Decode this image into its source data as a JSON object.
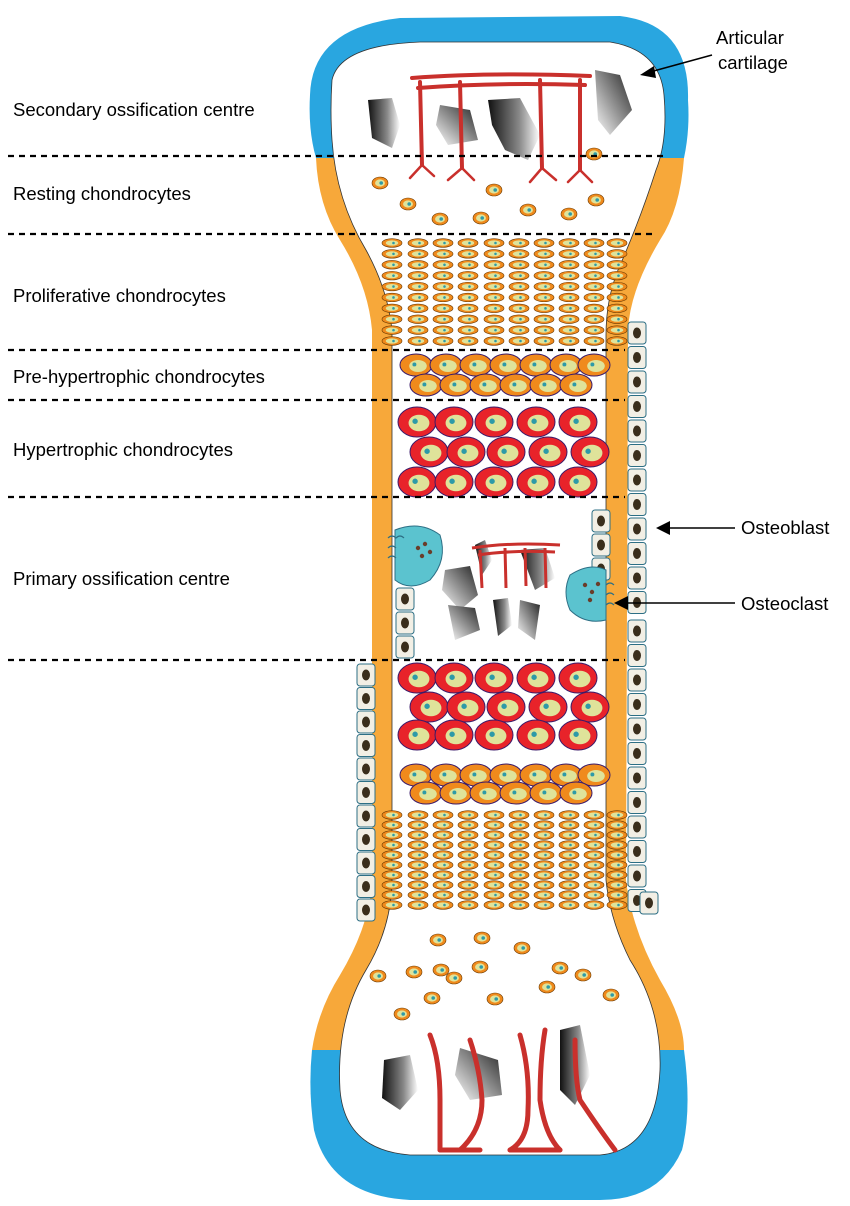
{
  "zones": [
    "Secondary ossification centre",
    "Resting chondrocytes",
    "Proliferative chondrocytes",
    "Pre-hypertrophic chondrocytes",
    "Hypertrophic chondrocytes",
    "Primary ossification centre"
  ],
  "callouts": {
    "articular_line1": "Articular",
    "articular_line2": "cartilage",
    "osteoblast": "Osteoblast",
    "osteoclast": "Osteoclast"
  },
  "colors": {
    "articular_cartilage": "#29a6e0",
    "periosteum_bone": "#f7a83a",
    "hypertrophic_cell": "#e8232a",
    "pre_hypertrophic_cell": "#f08a1c",
    "nucleus_bg": "#dfe39a",
    "nucleus": "#2d9aa8",
    "osteoclast": "#5bc3cf",
    "blood_vessel": "#c9302c",
    "osteoblast_nucleus": "#3a2e1c"
  }
}
